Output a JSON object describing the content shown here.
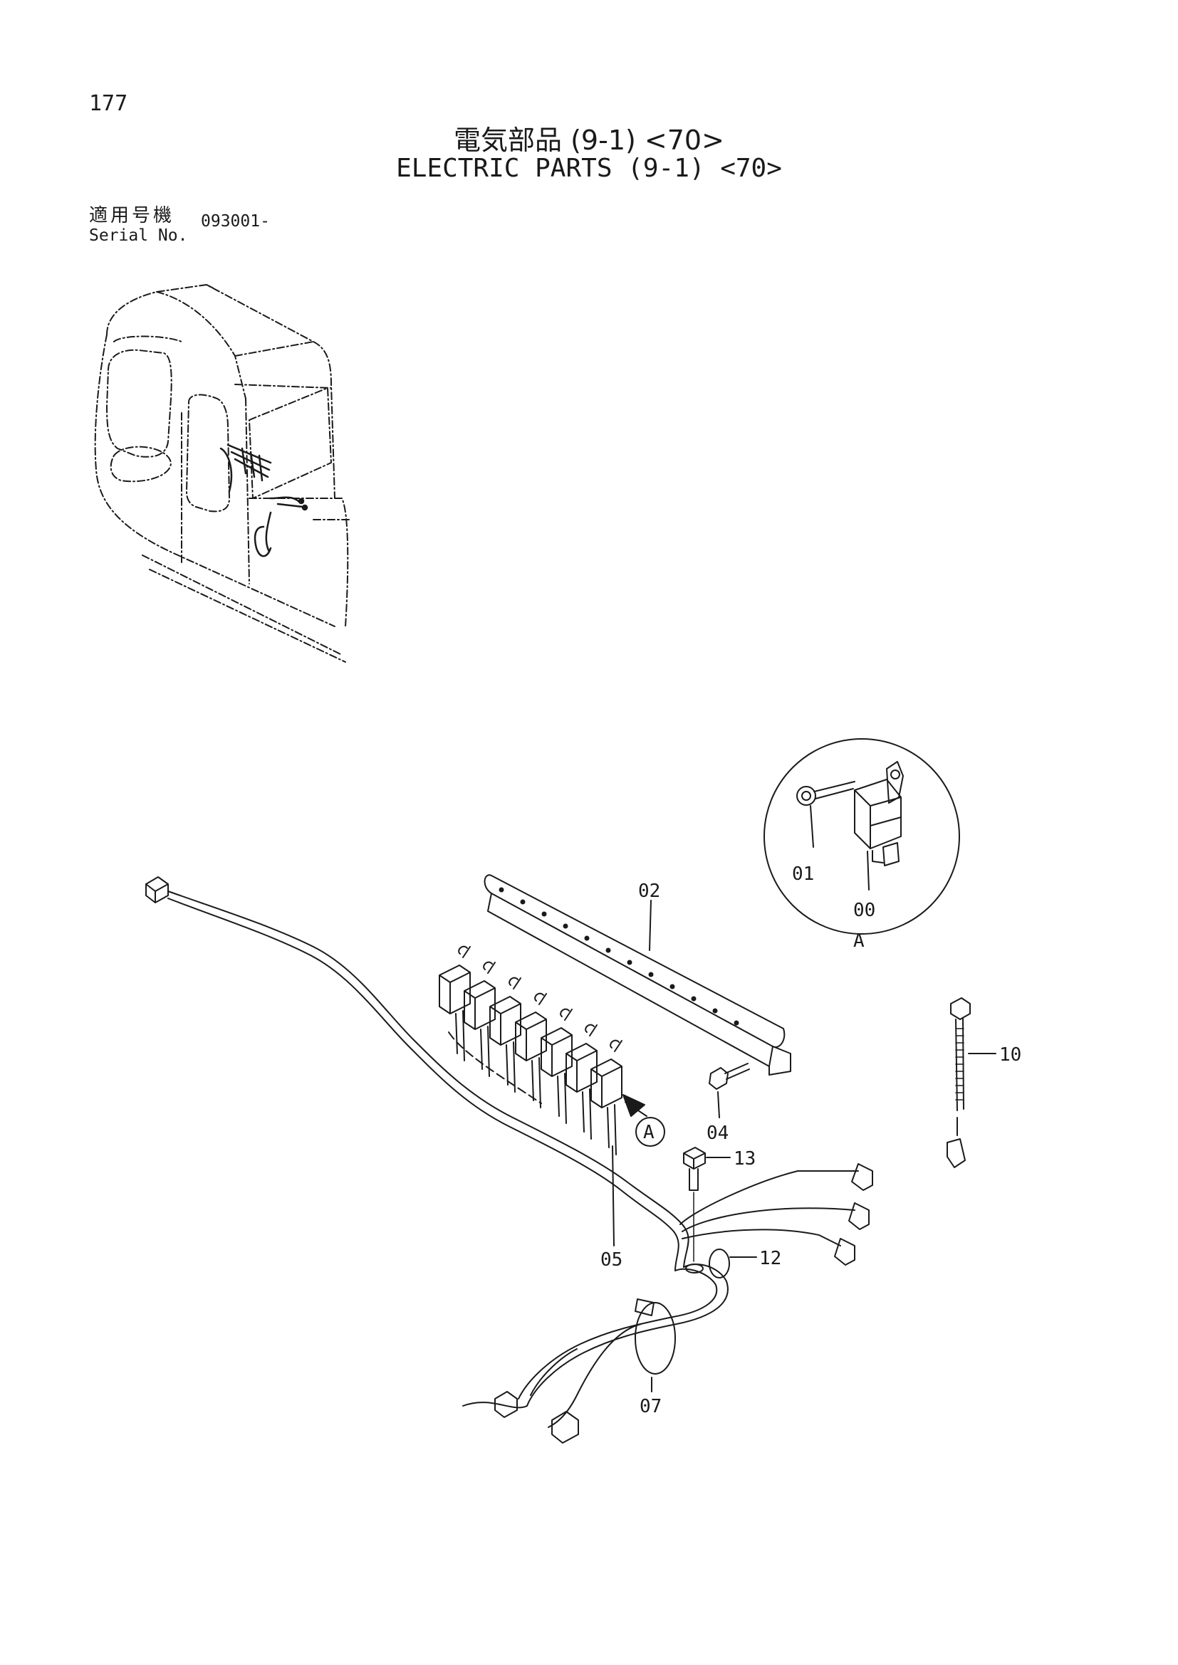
{
  "header": {
    "page_number": "177",
    "title_jp": "電気部品 (9-1) <70>",
    "title_en": "ELECTRIC PARTS (9-1) <70>",
    "serial_label_jp": "適用号機",
    "serial_label_en": "Serial No.",
    "serial_value": "093001-"
  },
  "callouts": {
    "c00": "00",
    "c01": "01",
    "c02": "02",
    "c04": "04",
    "c05": "05",
    "c07": "07",
    "c10": "10",
    "c12": "12",
    "c13": "13"
  },
  "view_labels": {
    "detail_a": "A",
    "ref_a": "A"
  }
}
